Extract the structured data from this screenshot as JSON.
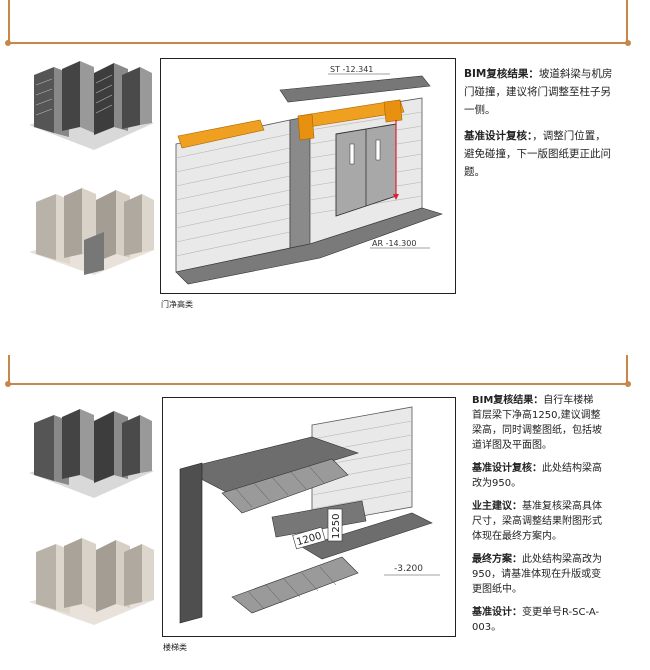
{
  "panels": [
    {
      "caption": "门净高类",
      "dims": {
        "top": "ST -12.341",
        "bottom": "AR -14.300"
      },
      "notes": [
        {
          "label": "BIM复核结果：",
          "text": "坡道斜梁与机房门碰撞，建议将门调整至柱子另一侧。"
        },
        {
          "label": "基准设计复核：",
          "text": "，调整门位置，避免碰撞，下一版图纸更正此问题。"
        }
      ]
    },
    {
      "caption": "楼梯类",
      "dims": {
        "a": "1200",
        "b": "1250",
        "level": "-3.200"
      },
      "notes": [
        {
          "label": "BIM复核结果：",
          "text": "自行车楼梯首层梁下净高1250,建议调整梁高，同时调整图纸，包括坡道详图及平面图。"
        },
        {
          "label": "基准设计复核：",
          "text": "此处结构梁高改为950。"
        },
        {
          "label": "业主建议：",
          "text": "基准复核梁高具体尺寸，梁高调整结果附图形式体现在最终方案内。"
        },
        {
          "label": "最终方案：",
          "text": "此处结构梁高改为950，请基准体现在升版或变更图纸中。"
        },
        {
          "label": "基准设计：",
          "text": "变更单号R-SC-A-003。"
        }
      ]
    }
  ],
  "colors": {
    "accent": "#c8874a",
    "beam": "#f0a020"
  }
}
